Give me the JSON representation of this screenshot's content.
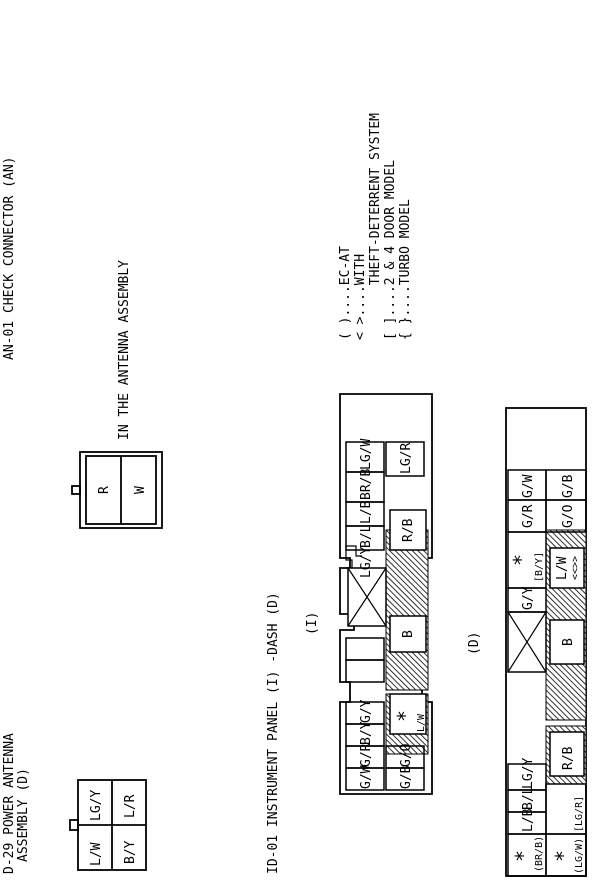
{
  "titles": {
    "d29_line1": "D-29 POWER ANTENNA",
    "d29_line2": "ASSEMBLY (D)",
    "an01": "AN-01 CHECK CONNECTOR (AN)",
    "an01_note": "IN THE ANTENNA ASSEMBLY",
    "id01": "ID-01 INSTRUMENT PANEL (I) -DASH (D)",
    "side_i": "(I)",
    "side_d": "(D)"
  },
  "legend": [
    "( )....EC-AT",
    "< >....WITH",
    "       THEFT-DETERRENT SYSTEM",
    "[ ]....2 & 4 DOOR MODEL",
    "{ }....TURBO MODEL"
  ],
  "d29": {
    "top": [
      "L/W",
      "LG/Y"
    ],
    "bottom": [
      "B/Y",
      "L/R"
    ]
  },
  "an01": {
    "r": "R",
    "w": "W"
  },
  "id01_i": {
    "top": [
      "G/W",
      "G/R",
      "B/Y",
      "G/Y",
      "LG/Y",
      "B/L",
      "L/B",
      "BR/B",
      "LG/W"
    ],
    "bottom": [
      "G/B",
      "G/O",
      "L/W",
      "B",
      "R/B",
      "LG/R"
    ],
    "star": "*"
  },
  "id01_d": {
    "top": [
      "*",
      "L/B",
      "B/L",
      "LG/Y",
      "G/Y",
      "*",
      "G/R",
      "G/W"
    ],
    "top_sub": [
      "(BR/B)",
      "[B/Y]"
    ],
    "bottom": [
      "*",
      "R/B",
      "B",
      "L/W",
      "G/O",
      "G/B"
    ],
    "bottom_sub": [
      "(LG/W)",
      "[LG/R]",
      "<<>>"
    ]
  }
}
